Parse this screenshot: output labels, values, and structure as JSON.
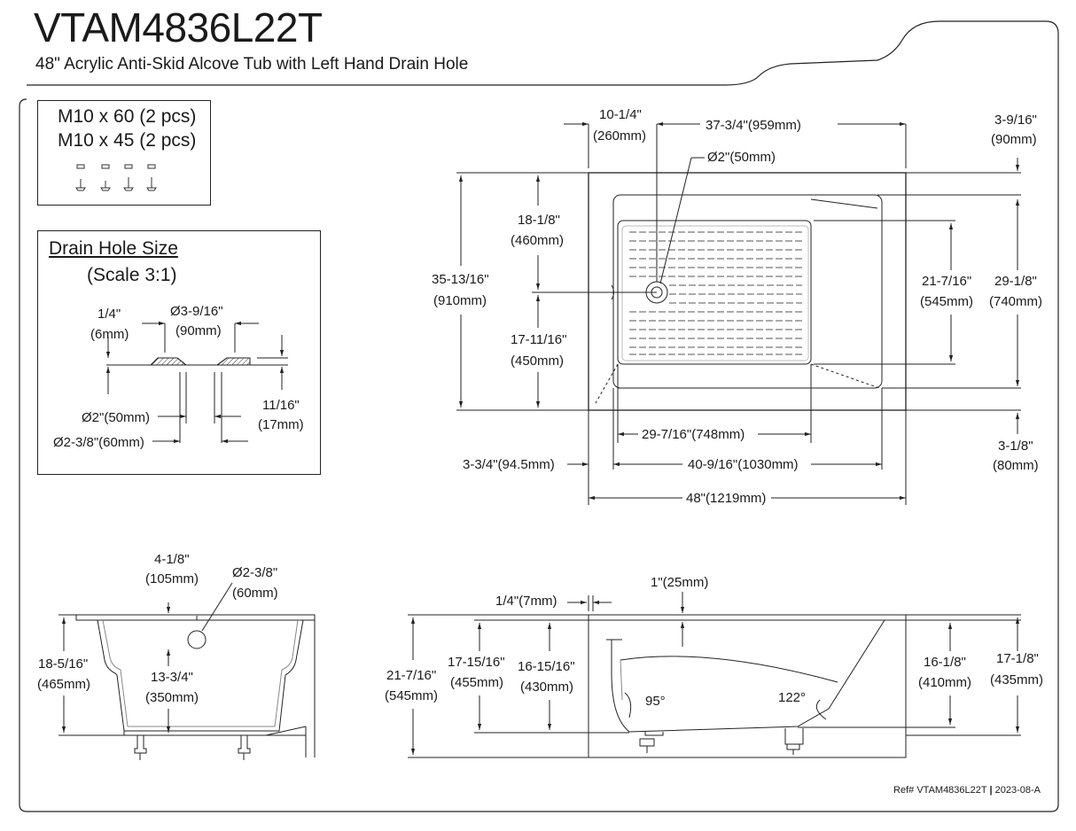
{
  "header": {
    "model": "VTAM4836L22T",
    "description": "48\" Acrylic Anti-Skid Alcove Tub with Left Hand Drain Hole"
  },
  "hardware_box": {
    "line1": "M10 x 60 (2 pcs)",
    "line2": "M10 x 45 (2 pcs)"
  },
  "drain_box": {
    "title": "Drain Hole Size",
    "scale": "(Scale 3:1)",
    "dim_quarter": "1/4\"",
    "dim_quarter_mm": "(6mm)",
    "dim_flange": "Ø3-9/16\"",
    "dim_flange_mm": "(90mm)",
    "dim_height": "11/16\"",
    "dim_height_mm": "(17mm)",
    "dim_inner": "Ø2\"(50mm)",
    "dim_outer": "Ø2-3/8\"(60mm)"
  },
  "top_view": {
    "d_left_offset": "10-1/4\"",
    "d_left_offset_mm": "(260mm)",
    "d_width_top": "37-3/4\"(959mm)",
    "d_right_offset": "3-9/16\"",
    "d_right_offset_mm": "(90mm)",
    "d_drain": "Ø2\"(50mm)",
    "d_upper": "18-1/8\"",
    "d_upper_mm": "(460mm)",
    "d_total_depth": "35-13/16\"",
    "d_total_depth_mm": "(910mm)",
    "d_lower": "17-11/16\"",
    "d_lower_mm": "(450mm)",
    "d_floor": "21-7/16\"",
    "d_floor_mm": "(545mm)",
    "d_inner_depth": "29-1/8\"",
    "d_inner_depth_mm": "(740mm)",
    "d_floor_len": "29-7/16\"(748mm)",
    "d_bottom_right": "3-1/8\"",
    "d_bottom_right_mm": "(80mm)",
    "d_left_rim": "3-3/4\"(94.5mm)",
    "d_inner_len": "40-9/16\"(1030mm)",
    "d_total_len": "48\"(1219mm)"
  },
  "side_view": {
    "d_drain_offset": "4-1/8\"",
    "d_drain_offset_mm": "(105mm)",
    "d_drain_dia": "Ø2-3/8\"",
    "d_drain_dia_mm": "(60mm)",
    "d_height": "18-5/16\"",
    "d_height_mm": "(465mm)",
    "d_drain_height": "13-3/4\"",
    "d_drain_height_mm": "(350mm)"
  },
  "front_view": {
    "d_wall": "1/4\"(7mm)",
    "d_rim": "1\"(25mm)",
    "d_total_h": "21-7/16\"",
    "d_total_h_mm": "(545mm)",
    "d_h1": "17-15/16\"",
    "d_h1_mm": "(455mm)",
    "d_h2": "16-15/16\"",
    "d_h2_mm": "(430mm)",
    "d_angle1": "95°",
    "d_angle2": "122°",
    "d_h3": "16-1/8\"",
    "d_h3_mm": "(410mm)",
    "d_h4": "17-1/8\"",
    "d_h4_mm": "(435mm)"
  },
  "footer": {
    "ref": "Ref# VTAM4836L22T",
    "sep": "|",
    "date": "2023-08-A"
  }
}
